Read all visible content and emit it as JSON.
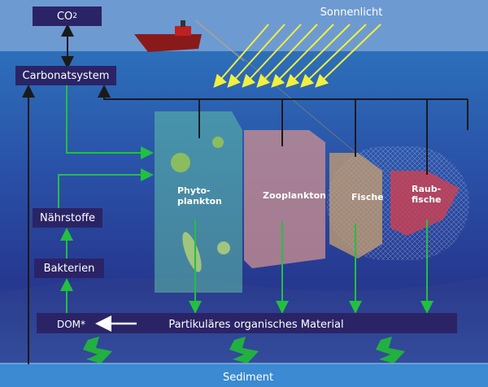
{
  "labels": {
    "co2": "CO",
    "co2_sub": "2",
    "carbonate": "Carbonatsystem",
    "sunlight": "Sonnenlicht",
    "nutrients": "Nährstoffe",
    "bacteria": "Bakterien",
    "dom": "DOM*",
    "pom": "Partikuläres organisches Material",
    "sediment": "Sediment",
    "phyto_1": "Phyto-",
    "phyto_2": "plankton",
    "zoo": "Zooplankton",
    "fish": "Fische",
    "predator_1": "Raub-",
    "predator_2": "fische"
  },
  "colors": {
    "box": "#2a2466",
    "flow_green": "#22c040",
    "flow_black": "#1a1a1a",
    "sunlight": "#f0f040"
  }
}
